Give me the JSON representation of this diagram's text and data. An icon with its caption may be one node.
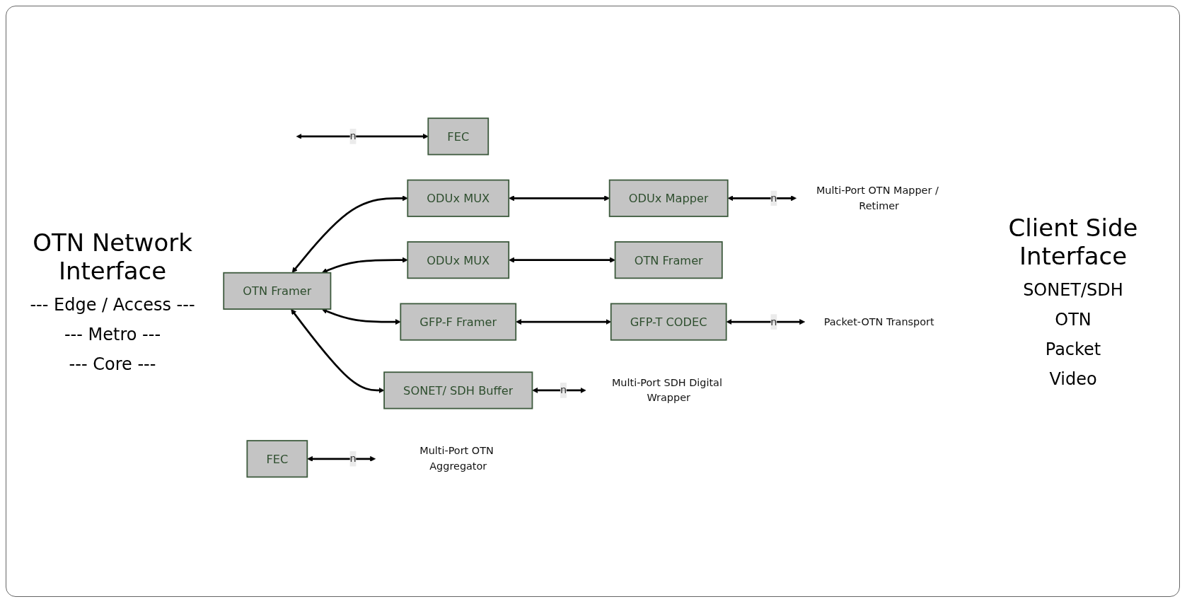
{
  "diagram": {
    "nodes": [
      {
        "text": [
          "FEC"
        ]
      },
      {
        "text": [
          "OTN Framer"
        ]
      },
      {
        "text": [
          "SONET/ SDH Buffer"
        ]
      },
      {
        "text": [
          "ODUx MUX"
        ]
      },
      {
        "text": [
          "ODUx Mapper"
        ]
      },
      {
        "text": [
          "ODUx MUX"
        ]
      },
      {
        "text": [
          "OTN Framer"
        ]
      },
      {
        "text": [
          "FEC"
        ]
      },
      {
        "text": [
          "GFP-F Framer"
        ]
      },
      {
        "text": [
          "GFP-T CODEC"
        ]
      },
      {
        "text": [
          "Multi-Port SDH Digital Wrapper"
        ]
      },
      {
        "text": [
          "Multi-Port OTN Mapper / Retimer"
        ]
      },
      {
        "text": [
          "Multi-Port OTN Aggregator"
        ]
      },
      {
        "text": [
          "Packet-OTN Transport"
        ]
      }
    ],
    "edges": [
      {
        "from": null,
        "to": 0,
        "arrow": "both",
        "label": "n"
      },
      {
        "from": 1,
        "to": 2,
        "arrow": "both"
      },
      {
        "from": 1,
        "to": 3,
        "arrow": "both"
      },
      {
        "from": 1,
        "to": 5,
        "arrow": "both"
      },
      {
        "from": 1,
        "to": 8,
        "arrow": "both"
      },
      {
        "from": 2,
        "to": 10,
        "arrow": "both",
        "label": "n"
      },
      {
        "from": 3,
        "to": 4,
        "arrow": "both"
      },
      {
        "from": 4,
        "to": 11,
        "arrow": "both",
        "label": "n"
      },
      {
        "from": 5,
        "to": 6,
        "arrow": "both"
      },
      {
        "from": 7,
        "to": 12,
        "arrow": "both",
        "label": "n"
      },
      {
        "from": 8,
        "to": 9,
        "arrow": "both"
      },
      {
        "from": 9,
        "to": 13,
        "arrow": "both",
        "label": "n"
      }
    ],
    "labels": [
      "OTN Network Interface",
      "--- Edge / Access ---",
      "--- Metro ---",
      "--- Core ---",
      "Client Side Interface",
      "SONET/SDH",
      "OTN",
      "Packet",
      "Video"
    ]
  }
}
